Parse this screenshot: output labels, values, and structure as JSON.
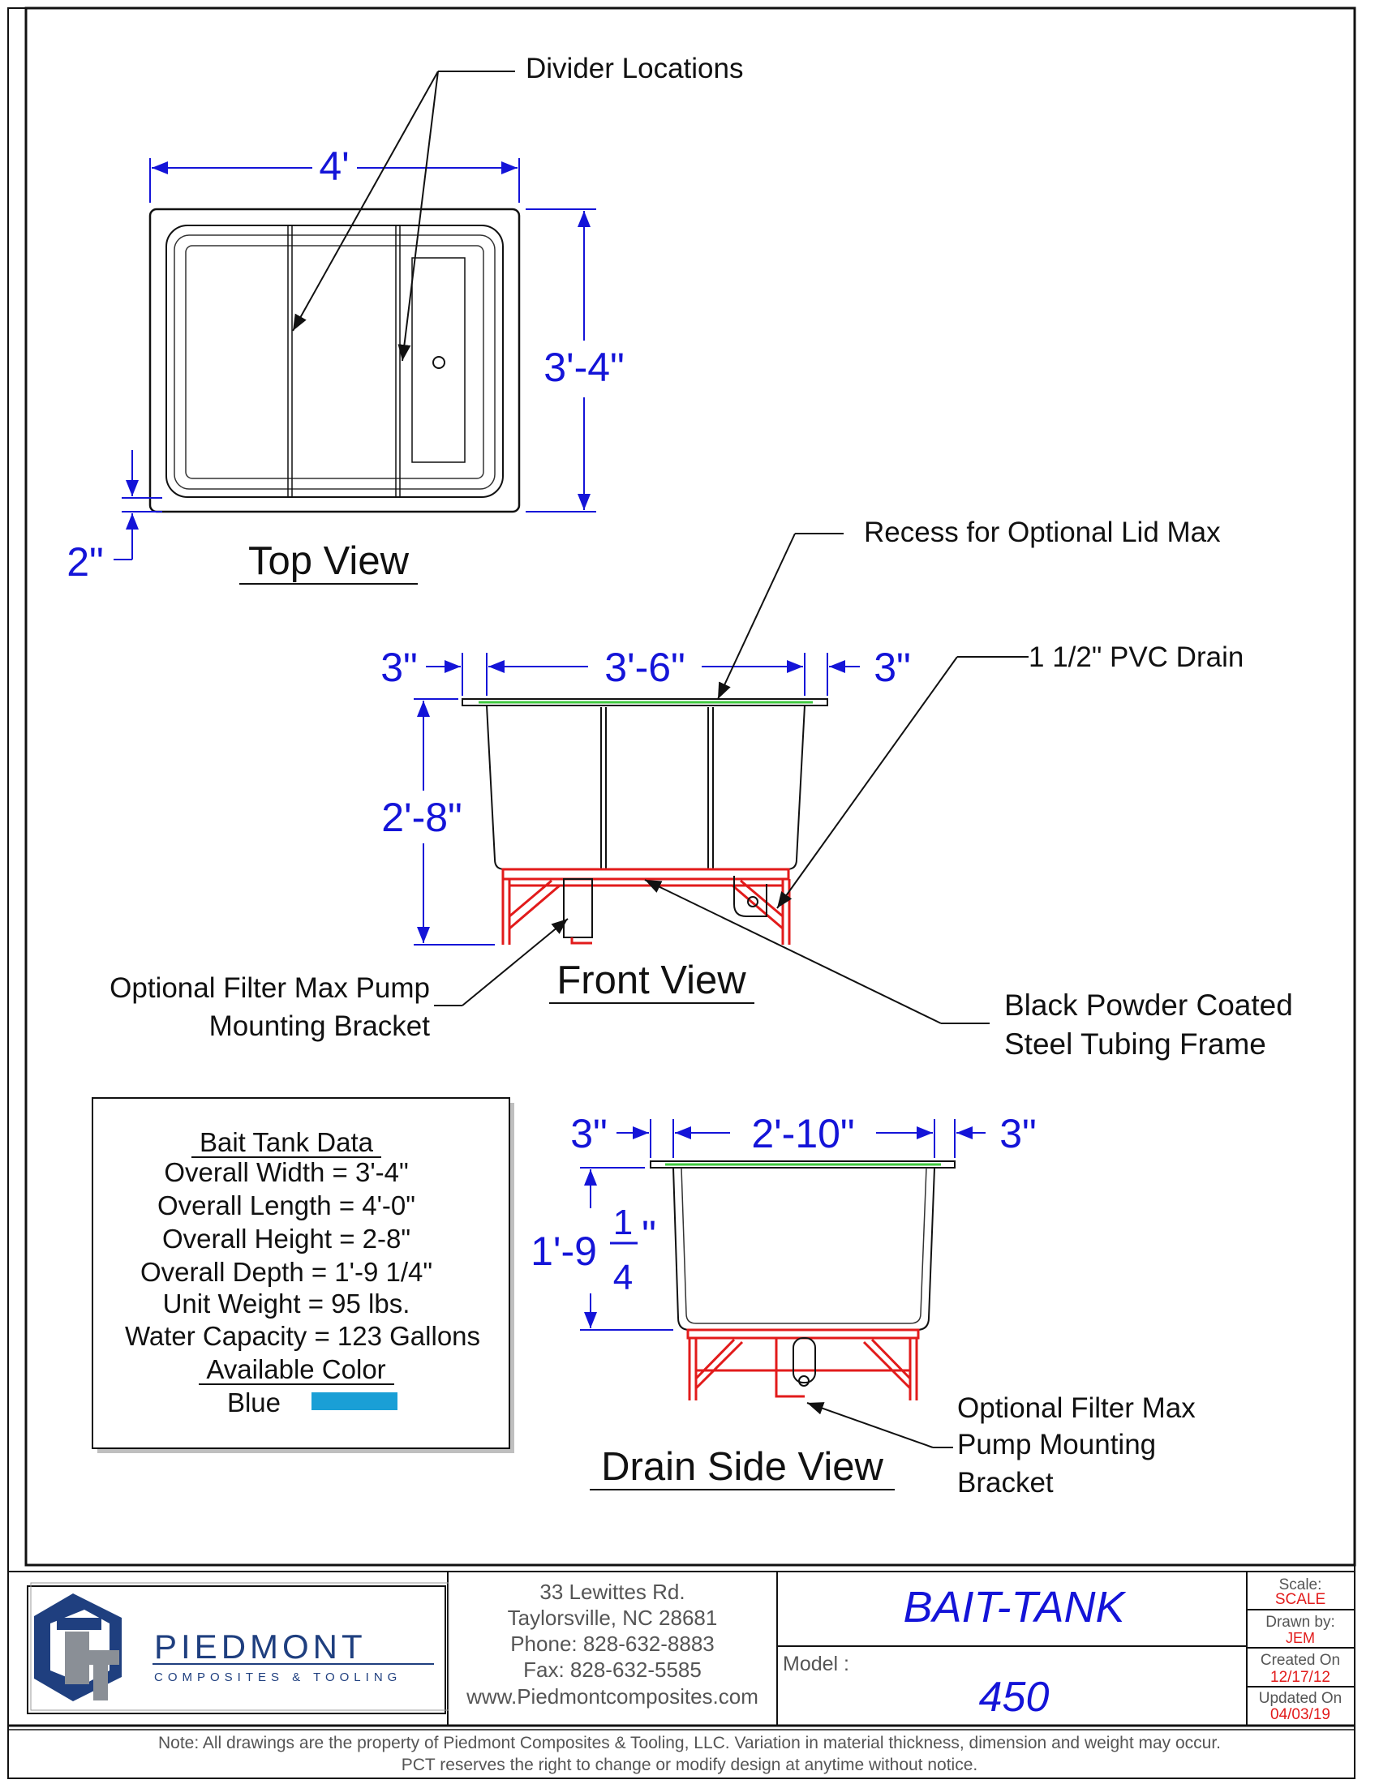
{
  "annotations": {
    "divider_locations": "Divider Locations",
    "recess_lid": "Recess for Optional Lid Max",
    "pvc_drain": "1 1/2\" PVC Drain",
    "filter_bracket_front_1": "Optional Filter Max Pump",
    "filter_bracket_front_2": "Mounting Bracket",
    "steel_frame_1": "Black Powder Coated",
    "steel_frame_2": "Steel Tubing Frame",
    "filter_bracket_side_1": "Optional Filter Max",
    "filter_bracket_side_2": "Pump Mounting",
    "filter_bracket_side_3": "Bracket"
  },
  "views": {
    "top": "Top View",
    "front": "Front View",
    "drain_side": "Drain Side View"
  },
  "dimensions": {
    "top_width": "4'",
    "top_height": "3'-4\"",
    "top_lip": "2\"",
    "front_left_overhang": "3\"",
    "front_width": "3'-6\"",
    "front_right_overhang": "3\"",
    "front_height": "2'-8\"",
    "side_left_overhang": "3\"",
    "side_width": "2'-10\"",
    "side_right_overhang": "3\"",
    "side_depth_whole": "1'-9",
    "side_depth_num": "1",
    "side_depth_den": "4",
    "side_depth_unit": "\""
  },
  "data_table": {
    "title": "Bait Tank Data",
    "rows": [
      "Overall Width = 3'-4\"",
      "Overall Length = 4'-0\"",
      "Overall Height = 2-8\"",
      "Overall Depth = 1'-9 1/4\"",
      "Unit Weight = 95 lbs.",
      "Water Capacity = 123 Gallons"
    ],
    "color_heading": "Available Color",
    "color_name": "Blue",
    "color_swatch": "#1a9fd6"
  },
  "title_block": {
    "company_name": "PIEDMONT",
    "company_sub": "COMPOSITES & TOOLING",
    "address_1": "33 Lewittes Rd.",
    "address_2": "Taylorsville, NC 28681",
    "phone": "Phone: 828-632-8883",
    "fax": "Fax: 828-632-5585",
    "website": "www.Piedmontcomposites.com",
    "drawing_title": "BAIT-TANK",
    "model_label": "Model :",
    "model_number": "450",
    "scale_label": "Scale:",
    "scale_value": "SCALE",
    "drawn_label": "Drawn  by:",
    "drawn_value": "JEM",
    "created_label": "Created  On",
    "created_value": "12/17/12",
    "updated_label": "Updated  On",
    "updated_value": "04/03/19"
  },
  "note": {
    "line_1": "Note: All drawings are the property of Piedmont Composites & Tooling, LLC.  Variation in material thickness, dimension and weight may occur.",
    "line_2": "PCT reserves the right to change or modify design at anytime without notice."
  },
  "colors": {
    "dimension": "#1414d8",
    "frame": "#e21b1b",
    "lid_recess": "#3fc93f",
    "logo_blue": "#1f3f7f",
    "logo_gray": "#8a8f96",
    "title_value": "#e21b1b"
  }
}
